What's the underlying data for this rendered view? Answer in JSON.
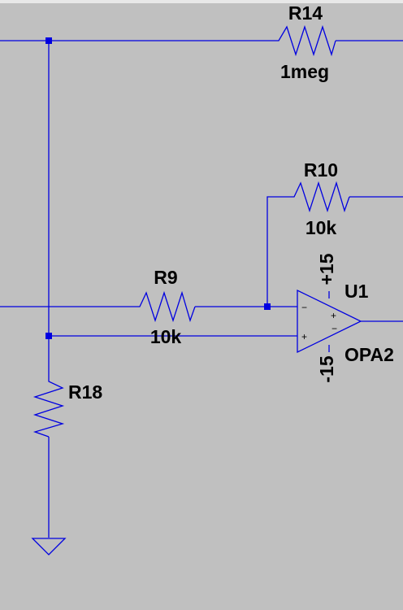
{
  "schematic": {
    "components": {
      "r14": {
        "ref": "R14",
        "value": "1meg"
      },
      "r10": {
        "ref": "R10",
        "value": "10k"
      },
      "r9": {
        "ref": "R9",
        "value": "10k"
      },
      "r18": {
        "ref": "R18"
      },
      "u1": {
        "ref": "U1",
        "model": "OPA2",
        "vpos": "+15",
        "vneg": "-15",
        "inv_sign": "−",
        "noninv_sign": "+"
      }
    },
    "colors": {
      "wire": "#0000e0",
      "background": "#c0c0c0",
      "text": "#000000"
    }
  }
}
